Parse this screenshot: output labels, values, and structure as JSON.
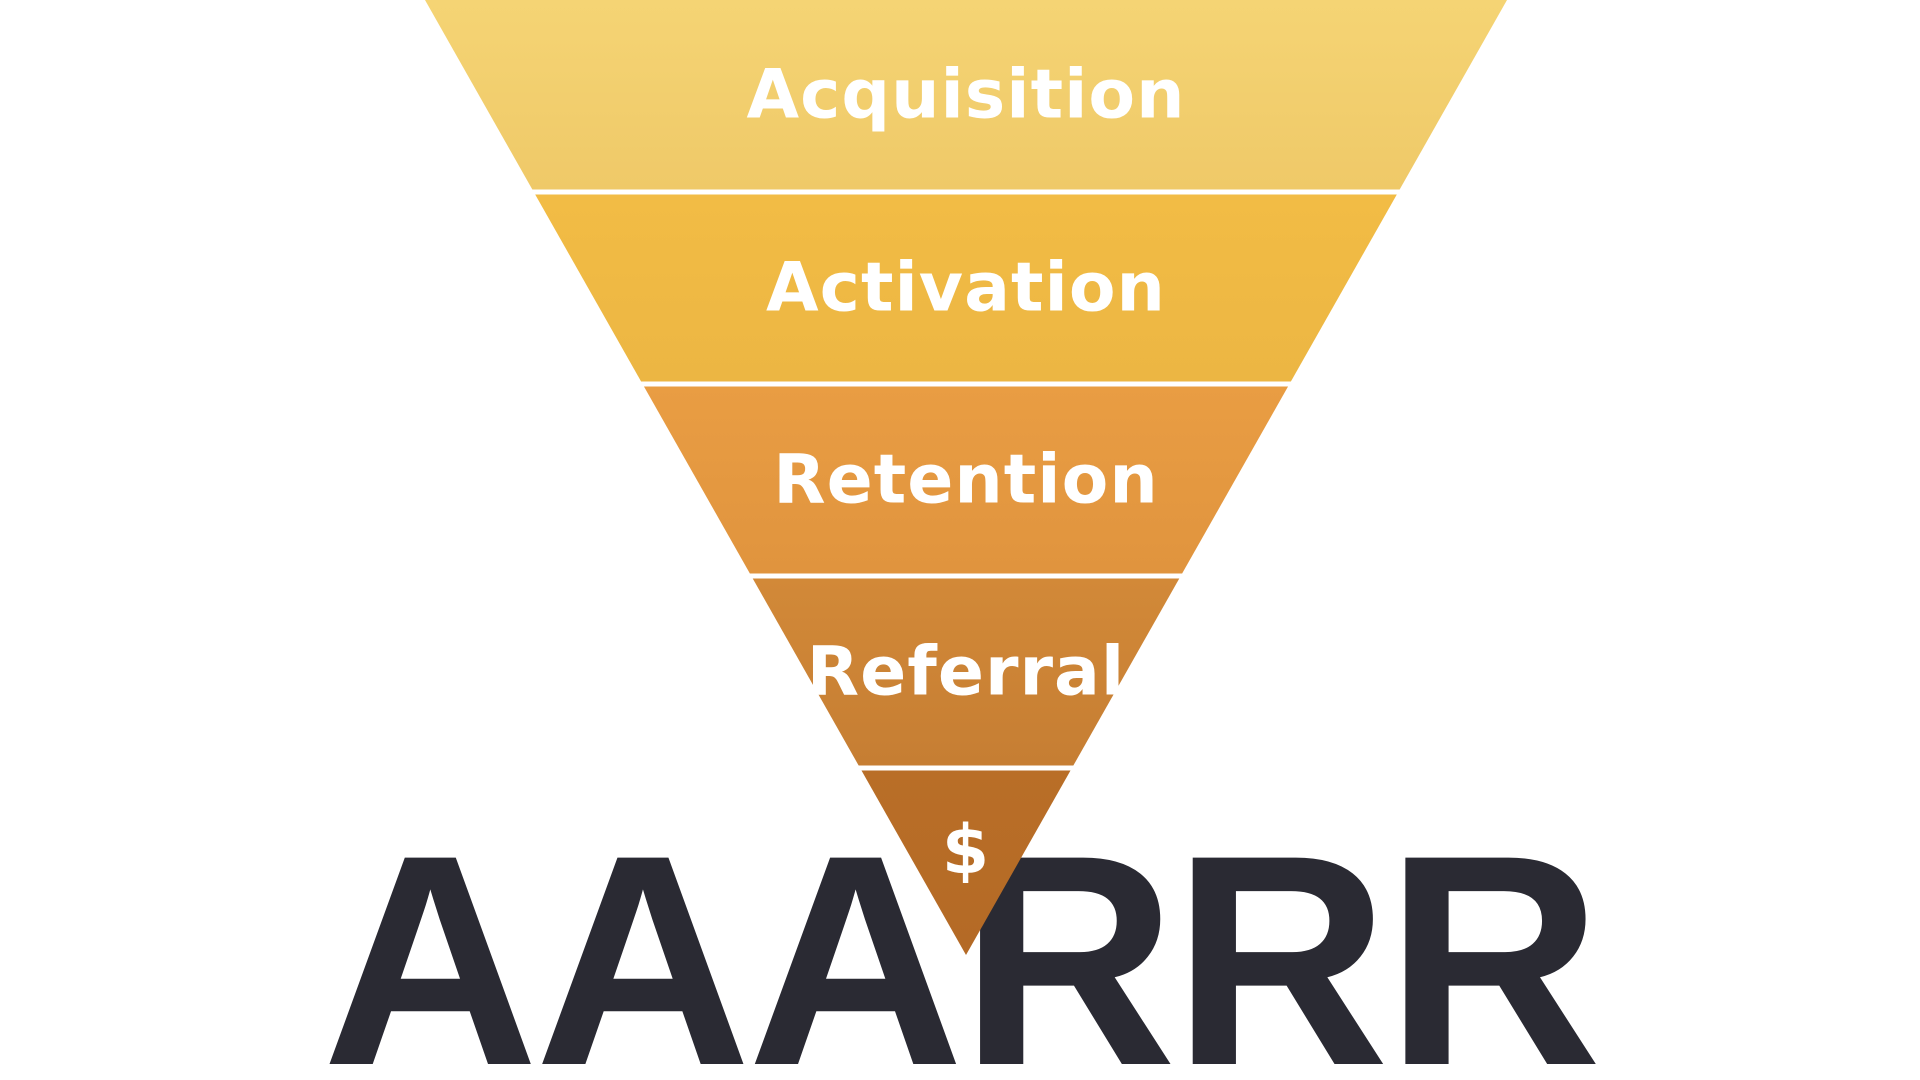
{
  "funnel": {
    "stages": [
      {
        "label": "Acquisition",
        "color_top": "#f5d474",
        "color_bottom": "#efc968"
      },
      {
        "label": "Activation",
        "color_top": "#f2bc45",
        "color_bottom": "#ecb643"
      },
      {
        "label": "Retention",
        "color_top": "#e99d43",
        "color_bottom": "#e0943e"
      },
      {
        "label": "Referral",
        "color_top": "#d28938",
        "color_bottom": "#c67e33"
      },
      {
        "label": "$",
        "color_top": "#b96e27",
        "color_bottom": "#b46a26"
      }
    ],
    "separator_color": "#ffffff"
  },
  "title": {
    "text": "AAARRR",
    "color": "#2a2a33"
  }
}
